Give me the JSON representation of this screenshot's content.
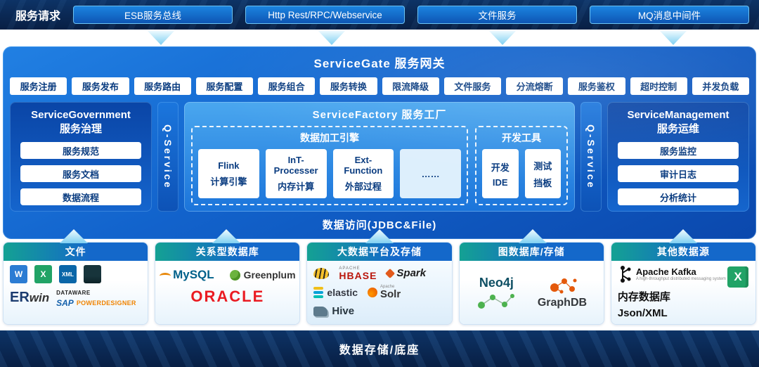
{
  "header": {
    "label": "服务请求",
    "buttons": [
      "ESB服务总线",
      "Http Rest/RPC/Webservice",
      "文件服务",
      "MQ消息中间件"
    ]
  },
  "gateway": {
    "title": "ServiceGate  服务网关",
    "features": [
      "服务注册",
      "服务发布",
      "服务路由",
      "服务配置",
      "服务组合",
      "服务转换",
      "限流降级",
      "文件服务",
      "分流熔断",
      "服务鉴权",
      "超时控制",
      "并发负载"
    ],
    "data_access": "数据访问(JDBC&File)"
  },
  "governance": {
    "title_en": "ServiceGovernment",
    "title_zh": "服务治理",
    "items": [
      "服务规范",
      "服务文档",
      "数据流程"
    ]
  },
  "q_service_left": "Q-Service",
  "q_service_right": "Q-Service",
  "factory": {
    "title": "ServiceFactory  服务工厂",
    "engine": {
      "title": "数据加工引擎",
      "cards": [
        {
          "line1": "Flink",
          "line2": "计算引擎"
        },
        {
          "line1": "InT-Processer",
          "line2": "内存计算"
        },
        {
          "line1": "Ext-Function",
          "line2": "外部过程"
        },
        {
          "line1": "……",
          "line2": ""
        }
      ]
    },
    "devtools": {
      "title": "开发工具",
      "cards": [
        {
          "line1": "开发",
          "line2": "IDE"
        },
        {
          "line1": "测试",
          "line2": "挡板"
        }
      ]
    }
  },
  "management": {
    "title_en": "ServiceManagement",
    "title_zh": "服务运维",
    "items": [
      "服务监控",
      "审计日志",
      "分析统计"
    ]
  },
  "datasources": {
    "files": {
      "title": "文件",
      "word": "W",
      "excel": "X",
      "xml": "XML",
      "erwin_er": "ER",
      "erwin_win": "win",
      "dataware": "DATAWARE",
      "sap": "SAP",
      "powerdesigner": "POWERDESIGNER"
    },
    "relational": {
      "title": "关系型数据库",
      "mysql": "MySQL",
      "greenplum": "Greenplum",
      "oracle": "ORACLE"
    },
    "bigdata": {
      "title": "大数据平台及存储",
      "hbase_small": "APACHE",
      "hbase": "HBASE",
      "spark": "Spark",
      "elastic": "elastic",
      "solr_small": "Apache",
      "solr": "Solr",
      "hive2": "Hive"
    },
    "graph": {
      "title": "图数据库/存储",
      "neo4j": "Neo4j",
      "graphdb": "GraphDB"
    },
    "other": {
      "title": "其他数据源",
      "kafka": "Apache Kafka",
      "kafka_tagline": "A high-throughput distributed messaging system",
      "excel": "X",
      "memdb": "内存数据库",
      "jsonxml": "Json/XML"
    }
  },
  "footer": {
    "label": "数据存储/底座"
  },
  "colors": {
    "navy": "#0b2b58",
    "panel_blue": "#1565cd",
    "factory_blue": "#4aa7ef",
    "accent_cyan": "#7fd0f2",
    "header_teal": "#14a193",
    "oracle_red": "#ea1b22",
    "hbase_red": "#ba160c",
    "greenplum_green": "#6cb33f",
    "powerdesigner_orange": "#f08300"
  }
}
